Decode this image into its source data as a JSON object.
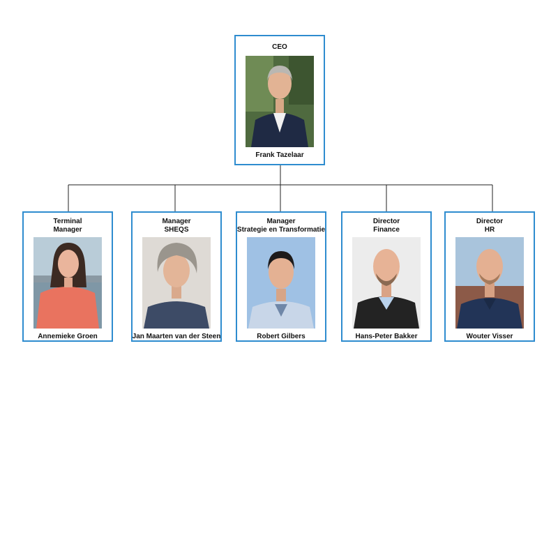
{
  "ceo": {
    "title": "CEO",
    "name": "Frank Tazelaar"
  },
  "reports": [
    {
      "title_line1": "Terminal",
      "title_line2": "Manager",
      "name": "Annemieke Groen"
    },
    {
      "title_line1": "Manager",
      "title_line2": "SHEQS",
      "name": "Jan Maarten van der Steen"
    },
    {
      "title_line1": "Manager",
      "title_line2": "Strategie en Transformatie",
      "name": "Robert Gilbers"
    },
    {
      "title_line1": "Director",
      "title_line2": "Finance",
      "name": "Hans-Peter Bakker"
    },
    {
      "title_line1": "Director",
      "title_line2": "HR",
      "name": "Wouter Visser"
    }
  ],
  "colors": {
    "card_border": "#2e8ccf",
    "connector": "#222222",
    "background": "#ffffff"
  }
}
